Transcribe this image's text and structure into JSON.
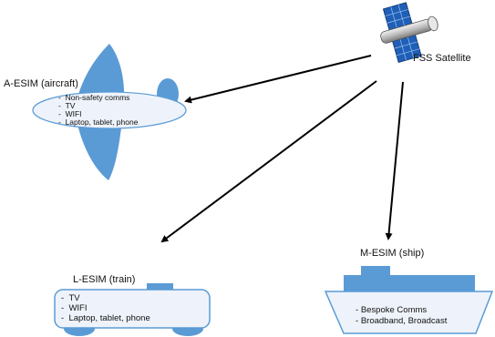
{
  "satellite": {
    "label": "FSS Satellite"
  },
  "aircraft": {
    "label": "A-ESIM (aircraft)",
    "items": [
      "Non-safety comms",
      "TV",
      "WIFI",
      "Laptop, tablet, phone"
    ]
  },
  "train": {
    "label": "L-ESIM (train)",
    "items": [
      "TV",
      "WIFI",
      "Laptop, tablet, phone"
    ]
  },
  "ship": {
    "label": "M-ESIM (ship)",
    "items": [
      "Bespoke Comms",
      "Broadband, Broadcast"
    ]
  },
  "colors": {
    "vehicle": "#5b9bd5",
    "vehicle_dark": "#4a7fb5",
    "body_fill": "#eef3fb",
    "panel": "#1f5fb8",
    "arrow": "#000000"
  }
}
